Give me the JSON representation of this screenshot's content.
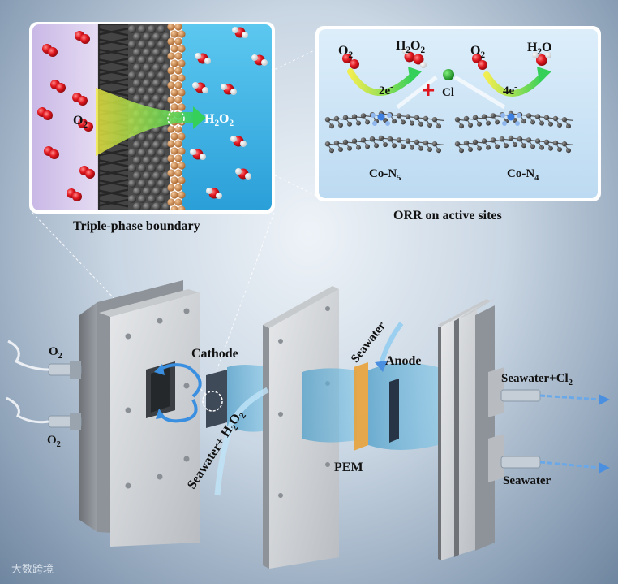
{
  "left_panel": {
    "o2_label": "O",
    "o2_sub": "2",
    "h2o2_label": "H",
    "h2o2_sub1": "2",
    "h2o2_o": "O",
    "h2o2_sub2": "2",
    "caption": "Triple-phase boundary"
  },
  "right_panel": {
    "o2_left": "O",
    "o2_left_sub": "2",
    "h2o2_top": "H",
    "h2o2_top_sub1": "2",
    "h2o2_top_o": "O",
    "h2o2_top_sub2": "2",
    "o2_right": "O",
    "o2_right_sub": "2",
    "h2o_top": "H",
    "h2o_top_sub": "2",
    "h2o_top_o": "O",
    "electrons_2": "2e",
    "electrons_4": "4e",
    "electron_sup": "-",
    "chloride": "Cl",
    "chloride_sup": "-",
    "site_left": "Co-N",
    "site_left_sub": "5",
    "site_right": "Co-N",
    "site_right_sub": "4",
    "caption": "ORR on active sites"
  },
  "device": {
    "o2_top": "O",
    "o2_top_sub": "2",
    "o2_bottom": "O",
    "o2_bottom_sub": "2",
    "cathode": "Cathode",
    "seawater_h2o2": "Seawater+ H",
    "seawater_h2o2_sub1": "2",
    "seawater_h2o2_o": "O",
    "seawater_h2o2_sub2": "2",
    "seawater_in": "Seawater",
    "anode": "Anode",
    "pem": "PEM",
    "out_cl2": "Seawater+Cl",
    "out_cl2_sub": "2",
    "out_seawater": "Seawater"
  },
  "watermark": "大数跨境",
  "colors": {
    "oxygen_red": "#e0161e",
    "water_blue": "#3fb6e6",
    "plate_gray": "#d6d8db",
    "arrow_green": "#35d05a",
    "arrow_yellow": "#f2e83a",
    "pem_orange": "#e8a23a"
  }
}
